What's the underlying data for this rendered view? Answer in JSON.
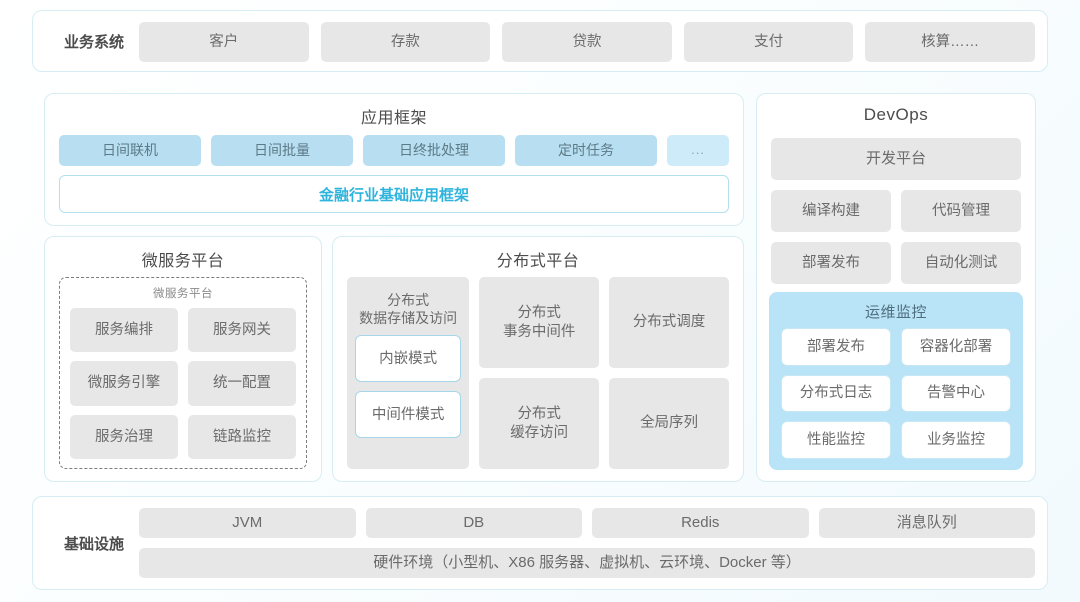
{
  "business_system": {
    "label": "业务系统",
    "items": [
      "客户",
      "存款",
      "贷款",
      "支付",
      "核算……"
    ]
  },
  "app_framework": {
    "title": "应用框架",
    "items": [
      "日间联机",
      "日间批量",
      "日终批处理",
      "定时任务"
    ],
    "more": "...",
    "base_bar": "金融行业基础应用框架"
  },
  "micro_platform": {
    "title": "微服务平台",
    "inner_title": "微服务平台",
    "items": [
      "服务编排",
      "服务网关",
      "微服务引擎",
      "统一配置",
      "服务治理",
      "链路监控"
    ]
  },
  "dist_platform": {
    "title": "分布式平台",
    "storage": {
      "label": "分布式\n数据存储及访问",
      "modes": [
        "内嵌模式",
        "中间件模式"
      ]
    },
    "col2": [
      "分布式\n事务中间件",
      "分布式\n缓存访问"
    ],
    "col3": [
      "分布式调度",
      "全局序列"
    ]
  },
  "devops": {
    "title": "DevOps",
    "platform": "开发平台",
    "items": [
      "编译构建",
      "代码管理",
      "部署发布",
      "自动化测试"
    ],
    "ops_monitor": {
      "title": "运维监控",
      "items": [
        "部署发布",
        "容器化部署",
        "分布式日志",
        "告警中心",
        "性能监控",
        "业务监控"
      ]
    }
  },
  "infrastructure": {
    "label": "基础设施",
    "items": [
      "JVM",
      "DB",
      "Redis",
      "消息队列"
    ],
    "hardware": "硬件环境（小型机、X86 服务器、虚拟机、云环境、Docker 等）"
  },
  "colors": {
    "card_border": "#d7edf4",
    "tile_gray": "#e7e7e7",
    "tile_blue": "#b7dff1",
    "accent_cyan": "#2fb4dd",
    "ops_panel_blue": "#b9e3f6"
  }
}
